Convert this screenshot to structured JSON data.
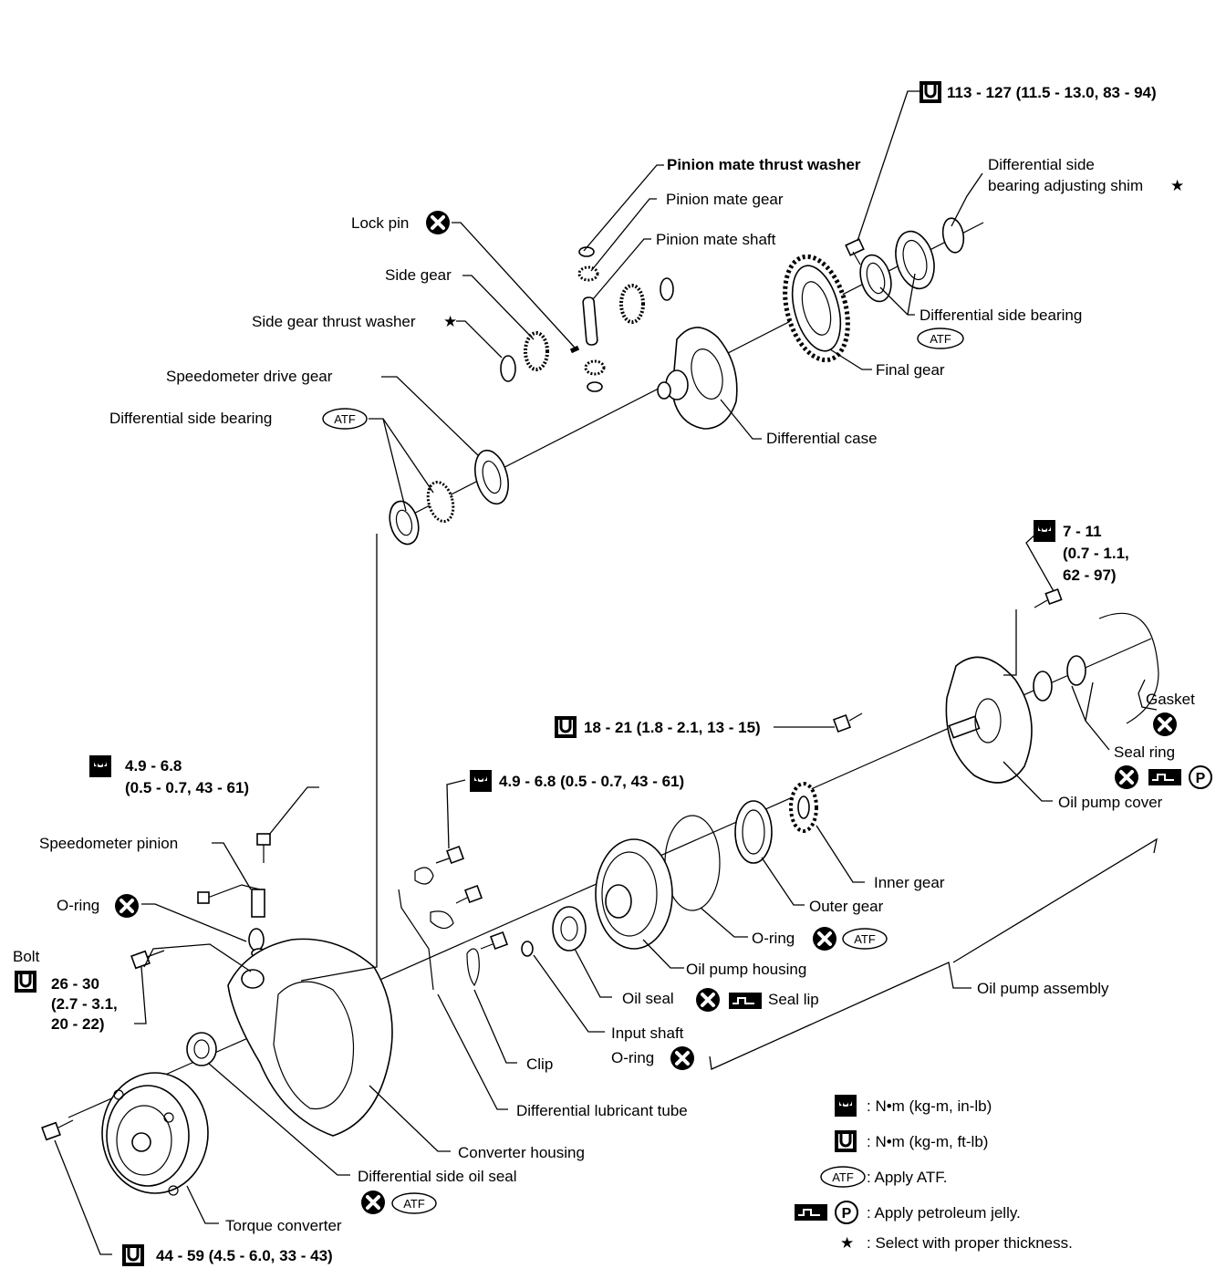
{
  "title": "",
  "torques": {
    "final_gear_bolt": "113 - 127 (11.5 - 13.0, 83 - 94)",
    "pump_cover_small_a": "7 - 11",
    "pump_cover_small_b": "(0.7 - 1.1,",
    "pump_cover_small_c": "62 - 97)",
    "pump_cover_bolt": "18 - 21 (1.8 - 2.1, 13 - 15)",
    "speedo_pinion_bolt_a": "4.9 - 6.8",
    "speedo_pinion_bolt_b": "(0.5 - 0.7, 43 - 61)",
    "tube_bolt": "4.9 - 6.8 (0.5 - 0.7, 43 - 61)",
    "housing_bolt_a": "26 - 30",
    "housing_bolt_b": "(2.7 - 3.1,",
    "housing_bolt_c": "20 - 22)",
    "converter_bolt": "44 - 59 (4.5 - 6.0, 33 - 43)"
  },
  "labels": {
    "pinion_mate_thrust_washer": "Pinion mate thrust washer",
    "pinion_mate_gear": "Pinion mate gear",
    "pinion_mate_shaft": "Pinion mate shaft",
    "diff_side_shim_a": "Differential side",
    "diff_side_shim_b": "bearing adjusting shim",
    "lock_pin": "Lock pin",
    "side_gear": "Side gear",
    "side_gear_thrust_washer": "Side gear thrust washer",
    "diff_side_bearing_right": "Differential side bearing",
    "final_gear": "Final gear",
    "speedometer_drive_gear": "Speedometer drive gear",
    "diff_side_bearing_left": "Differential side bearing",
    "differential_case": "Differential case",
    "gasket": "Gasket",
    "seal_ring": "Seal ring",
    "oil_pump_cover": "Oil pump cover",
    "speedometer_pinion": "Speedometer pinion",
    "o_ring_speedo": "O-ring",
    "bolt": "Bolt",
    "inner_gear": "Inner gear",
    "outer_gear": "Outer gear",
    "o_ring_pump": "O-ring",
    "oil_pump_housing": "Oil pump housing",
    "oil_pump_assembly": "Oil pump assembly",
    "oil_seal": "Oil seal",
    "seal_lip": "Seal lip",
    "input_shaft": "Input shaft",
    "o_ring_input": "O-ring",
    "clip": "Clip",
    "differential_lubricant_tube": "Differential lubricant tube",
    "converter_housing": "Converter housing",
    "differential_side_oil_seal": "Differential side oil seal",
    "torque_converter": "Torque converter"
  },
  "symbols": {
    "atf": "ATF",
    "petroleum": "P",
    "star": "★"
  },
  "legend": {
    "nm_kgm_inlb": ": N•m (kg-m, in-lb)",
    "nm_kgm_ftlb": ": N•m (kg-m, ft-lb)",
    "apply_atf": ": Apply ATF.",
    "apply_jelly": ": Apply petroleum jelly.",
    "select_thickness": ": Select with proper thickness."
  }
}
